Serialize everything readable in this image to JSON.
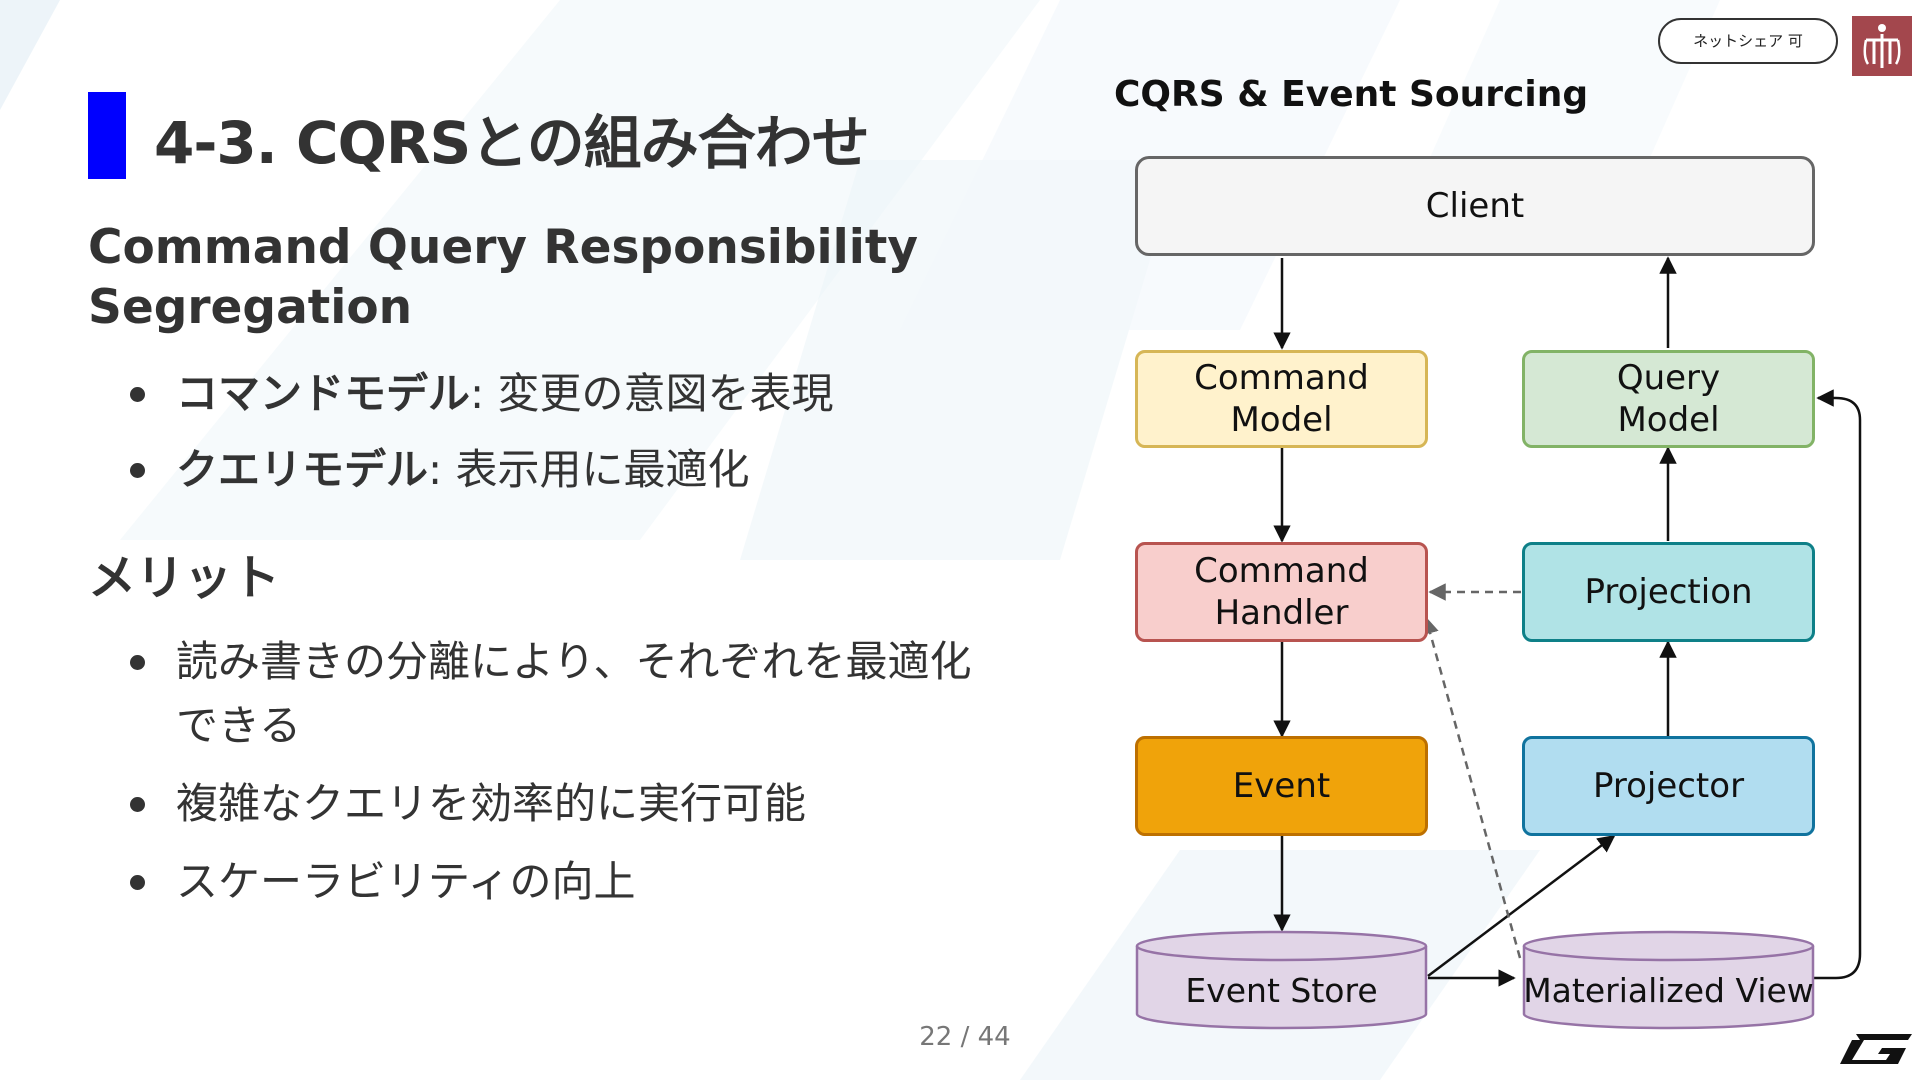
{
  "slide": {
    "title": "4-3. CQRSとの組み合わせ",
    "subtitle": "Command Query Responsibility Segregation",
    "models": [
      {
        "term": "コマンドモデル",
        "desc": ": 変更の意図を表現"
      },
      {
        "term": "クエリモデル",
        "desc": ": 表示用に最適化"
      }
    ],
    "merits_heading": "メリット",
    "merits": [
      "読み書きの分離により、それぞれを最適化できる",
      "複雑なクエリを効率的に実行可能",
      "スケーラビリティの向上"
    ],
    "page_number": "22 / 44"
  },
  "header": {
    "share_badge": "ネットシェア 可"
  },
  "diagram": {
    "title": "CQRS & Event Sourcing",
    "nodes": {
      "client": "Client",
      "command_model": "Command\nModel",
      "query_model": "Query\nModel",
      "command_handler": "Command\nHandler",
      "projection": "Projection",
      "event": "Event",
      "projector": "Projector",
      "event_store": "Event Store",
      "materialized_view": "Materialized View"
    },
    "colors": {
      "client_fill": "#f5f5f5",
      "client_stroke": "#666666",
      "command_model_fill": "#fff2cc",
      "command_model_stroke": "#d6b656",
      "query_model_fill": "#d5e8d4",
      "query_model_stroke": "#82b366",
      "command_handler_fill": "#f8cecc",
      "command_handler_stroke": "#b85450",
      "projection_fill": "#b0e3e6",
      "projection_stroke": "#0e8088",
      "event_fill": "#f0a30a",
      "event_stroke": "#bd7000",
      "projector_fill": "#b1ddf0",
      "projector_stroke": "#10739e",
      "store_fill": "#e1d5e7",
      "store_stroke": "#9673a6",
      "title_accent": "#0000ff",
      "logo_bg": "#a3474d"
    }
  }
}
